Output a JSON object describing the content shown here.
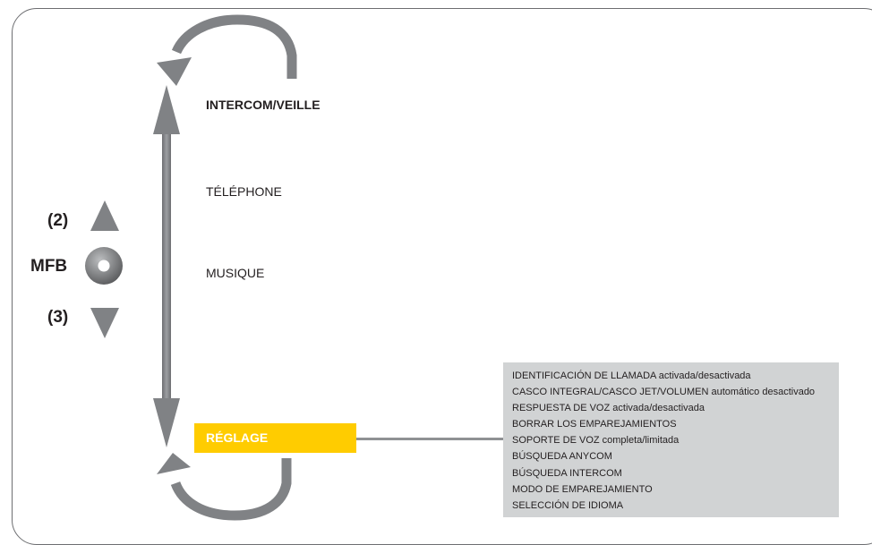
{
  "menu": {
    "items": [
      "INTERCOM/VEILLE",
      "TÉLÉPHONE",
      "MUSIQUE"
    ],
    "setting": "RÉGLAGE"
  },
  "controls": {
    "up": "(2)",
    "center": "MFB",
    "down": "(3)"
  },
  "submenu": [
    "IDENTIFICACIÓN DE LLAMADA activada/desactivada",
    "CASCO INTEGRAL/CASCO JET/VOLUMEN automático desactivado",
    "RESPUESTA DE VOZ activada/desactivada",
    "BORRAR LOS EMPAREJAMIENTOS",
    "SOPORTE DE VOZ completa/limitada",
    "BÚSQUEDA ANYCOM",
    "BÚSQUEDA INTERCOM",
    "MODO DE EMPAREJAMIENTO",
    "SELECCIÓN DE IDIOMA"
  ],
  "colors": {
    "arrow": "#808285",
    "highlight": "#ffcc00",
    "submenu_bg": "#d1d3d4",
    "border": "#6d6e71"
  }
}
